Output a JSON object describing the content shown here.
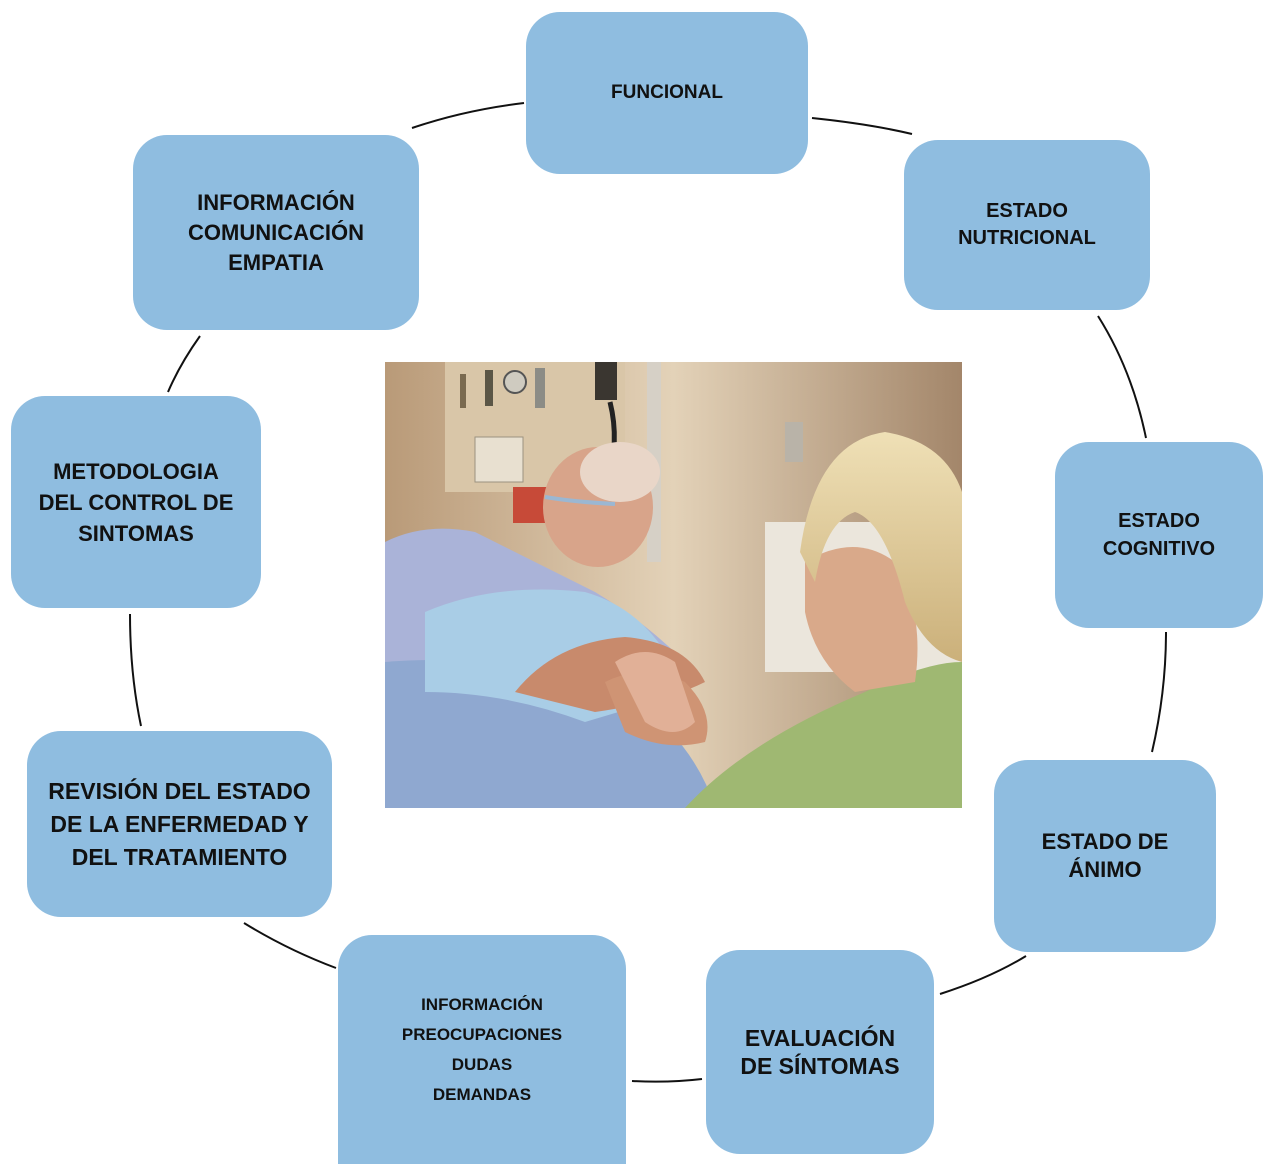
{
  "colors": {
    "node_fill": "#8fbde0",
    "connector": "#111111"
  },
  "nodes": [
    {
      "id": "funcional",
      "lines": [
        "FUNCIONAL"
      ]
    },
    {
      "id": "estado-nutricional",
      "lines": [
        "ESTADO",
        "NUTRICIONAL"
      ]
    },
    {
      "id": "estado-cognitivo",
      "lines": [
        "ESTADO",
        "COGNITIVO"
      ]
    },
    {
      "id": "estado-de-animo",
      "lines": [
        "ESTADO DE",
        "ÁNIMO"
      ]
    },
    {
      "id": "evaluacion-de-sintomas",
      "lines": [
        "EVALUACIÓN",
        "DE SÍNTOMAS"
      ]
    },
    {
      "id": "informacion-preocupaciones",
      "lines": [
        "INFORMACIÓN",
        "PREOCUPACIONES",
        "DUDAS",
        "DEMANDAS"
      ]
    },
    {
      "id": "revision-estado-enfermedad",
      "lines": [
        "REVISIÓN DEL ESTADO",
        "DE LA ENFERMEDAD Y",
        "DEL TRATAMIENTO"
      ]
    },
    {
      "id": "metodologia-control-sintomas",
      "lines": [
        "METODOLOGIA",
        "DEL CONTROL DE",
        "SINTOMAS"
      ]
    },
    {
      "id": "informacion-comunicacion-empatia",
      "lines": [
        "INFORMACIÓN",
        "COMUNICACIÓN",
        "EMPATIA"
      ]
    }
  ]
}
